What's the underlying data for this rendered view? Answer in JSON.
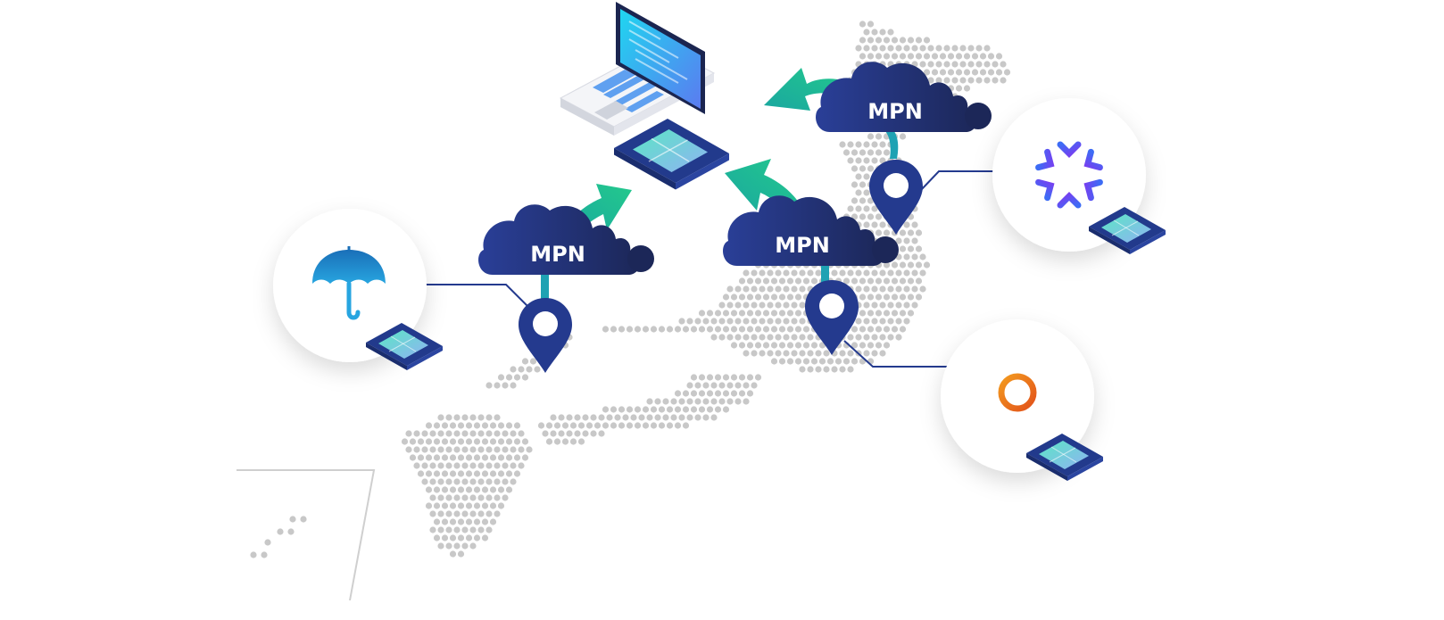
{
  "diagram": {
    "nodes": [
      {
        "id": "cloud_left",
        "label": "MPN"
      },
      {
        "id": "cloud_middle",
        "label": "MPN"
      },
      {
        "id": "cloud_right",
        "label": "MPN"
      }
    ],
    "weather_icons": [
      "umbrella-icon",
      "snowflake-icon",
      "sun-icon"
    ],
    "central_device": "laptop-icon",
    "colors": {
      "navy": "#243a8e",
      "teal": "#1fb79a",
      "dots": "#c8c8c8",
      "umbrella": "#1f86c9",
      "snowflake": "#5b4ef0",
      "sun": "#e8761a"
    }
  }
}
